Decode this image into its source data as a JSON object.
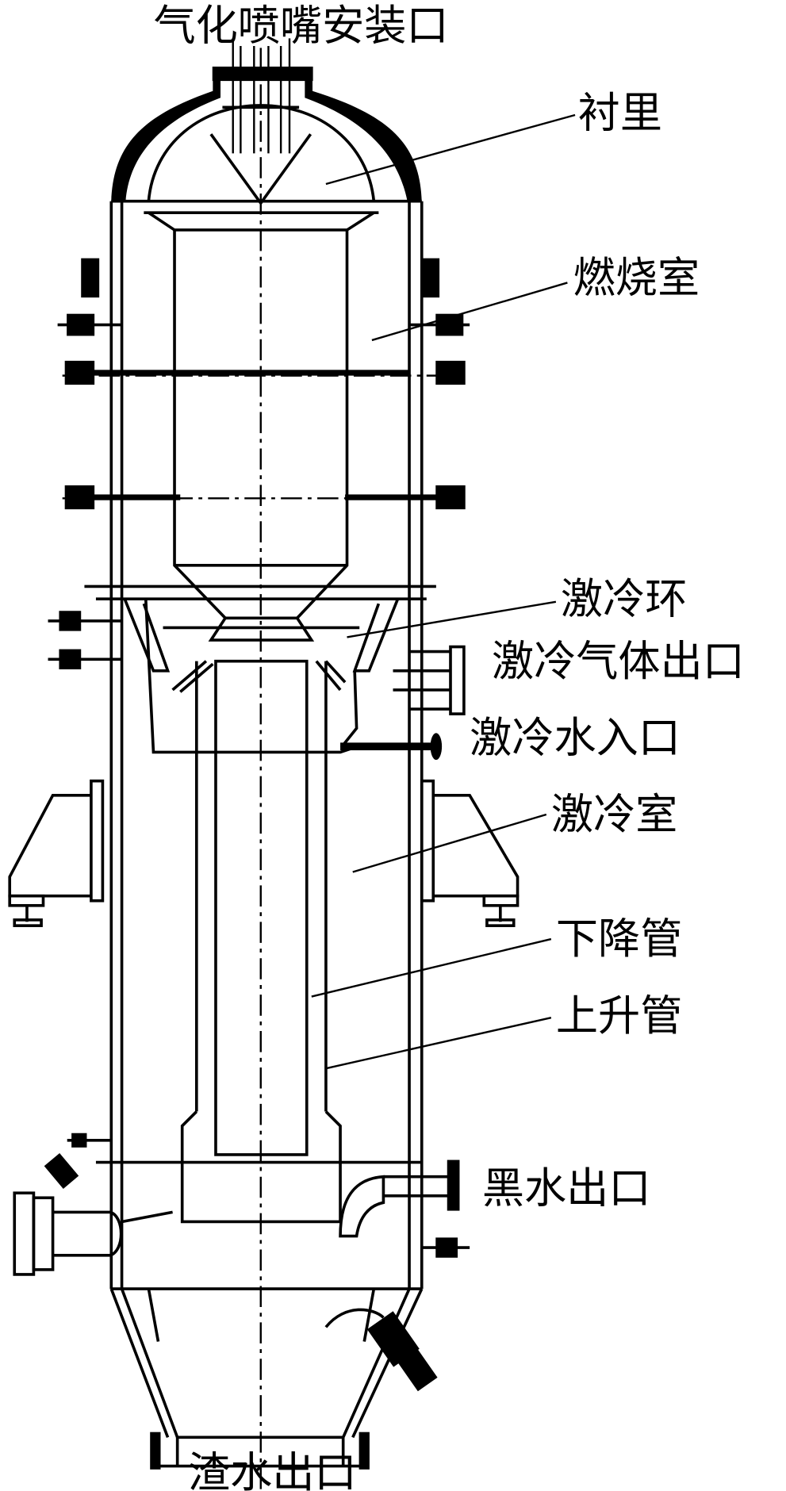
{
  "title": "气化喷嘴安装口",
  "labels": {
    "lining": "衬里",
    "combustion_chamber": "燃烧室",
    "quench_ring": "激冷环",
    "quench_gas_outlet": "激冷气体出口",
    "quench_water_inlet": "激冷水入口",
    "quench_chamber": "激冷室",
    "downcomer": "下降管",
    "riser": "上升管",
    "black_water_outlet": "黑水出口",
    "slag_water_outlet": "渣水出口"
  }
}
